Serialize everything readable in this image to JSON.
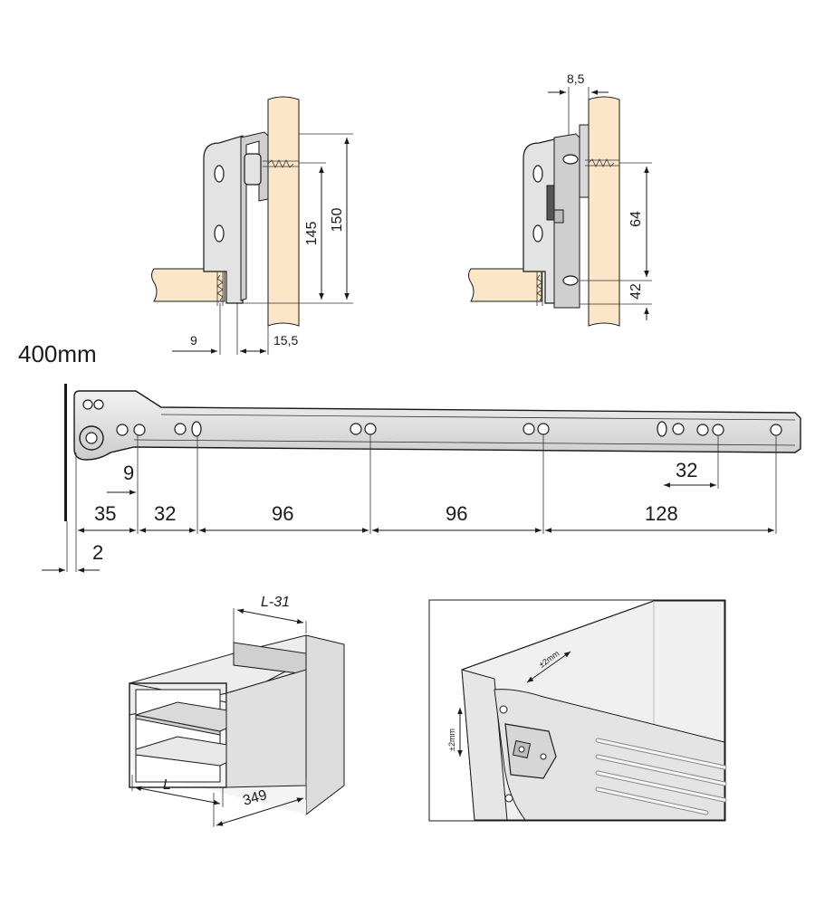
{
  "top_left_view": {
    "dim_150": "150",
    "dim_145": "145",
    "dim_9": "9",
    "dim_15_5": "15,5"
  },
  "top_right_view": {
    "dim_8_5": "8,5",
    "dim_64": "64",
    "dim_42": "42"
  },
  "rail_view": {
    "length_label": "400mm",
    "dim_9": "9",
    "dim_35": "35",
    "dim_32_a": "32",
    "dim_96_a": "96",
    "dim_96_b": "96",
    "dim_128": "128",
    "dim_32_b": "32",
    "dim_2": "2"
  },
  "box_view": {
    "dim_l_minus_31": "L-31",
    "dim_l": "L",
    "dim_349": "349"
  },
  "detail_view": {
    "tol_horizontal": "±2mm",
    "tol_vertical": "±2mm"
  }
}
